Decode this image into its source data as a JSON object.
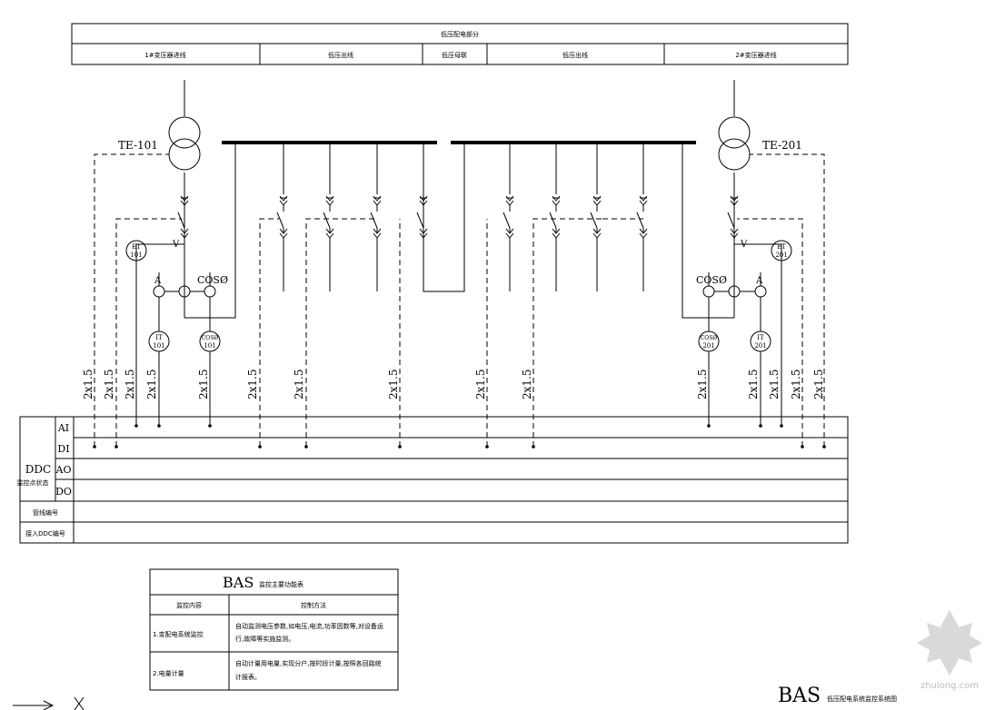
{
  "header": {
    "top_title": "低压配电部分",
    "sections": [
      "1#变压器进线",
      "低压出线",
      "低压母联",
      "低压出线",
      "2#变压器进线"
    ]
  },
  "labels": {
    "te_left": "TE-101",
    "te_right": "TE-201",
    "et_left": [
      "ET",
      "101"
    ],
    "et_right": [
      "ET",
      "201"
    ],
    "it_left": [
      "IT",
      "101"
    ],
    "it_right": [
      "IT",
      "201"
    ],
    "cos_left": [
      "COSØ",
      "101"
    ],
    "cos_right": [
      "COSØ",
      "201"
    ],
    "cos_text": "COSØ",
    "v": "V",
    "a": "A",
    "cable": "2x1.5"
  },
  "ddc_table": {
    "left_title": "DDC",
    "left_sub": "监控点状态",
    "rows": [
      "AI",
      "DI",
      "AO",
      "DO"
    ],
    "row_cable_no": "管线编号",
    "row_ddc_no": "接入DDC编号"
  },
  "function_table": {
    "title_main": "BAS",
    "title_sub": "监控主要功能表",
    "headers": [
      "监控内容",
      "控制方法"
    ],
    "rows": [
      {
        "item": "1.变配电系统监控",
        "method_1": "自动监测电压参数,如电压,电流,功率因数等,对设备运",
        "method_2": "行,故障等实施监测。"
      },
      {
        "item": "2.电量计量",
        "method_1": "自动计量用电量,实现分户,按时段计量,按照各回路统",
        "method_2": "计报表。"
      }
    ]
  },
  "footer": {
    "title_main": "BAS",
    "title_sub": "低压配电系统监控系统图",
    "watermark": "zhulong.com"
  }
}
